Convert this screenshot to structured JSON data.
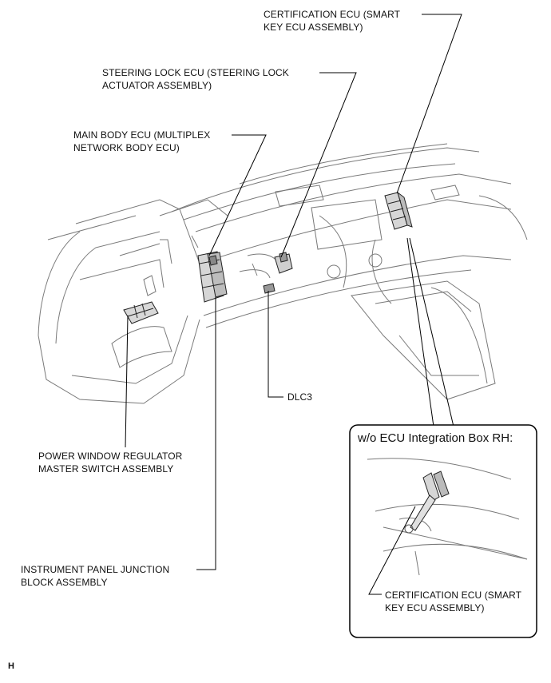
{
  "labels": {
    "cert_ecu": [
      "CERTIFICATION ECU (SMART",
      "KEY ECU ASSEMBLY)"
    ],
    "steering_lock": [
      "STEERING LOCK ECU (STEERING LOCK",
      "ACTUATOR ASSEMBLY)"
    ],
    "main_body": [
      "MAIN BODY ECU (MULTIPLEX",
      "NETWORK BODY ECU)"
    ],
    "dlc3": "DLC3",
    "power_window": [
      "POWER WINDOW REGULATOR",
      "MASTER SWITCH ASSEMBLY"
    ],
    "junction_block": [
      "INSTRUMENT PANEL JUNCTION",
      "BLOCK ASSEMBLY"
    ],
    "inset_title": "w/o ECU Integration Box RH:",
    "inset_cert_ecu": [
      "CERTIFICATION ECU (SMART",
      "KEY ECU ASSEMBLY)"
    ]
  },
  "page_code": "H"
}
